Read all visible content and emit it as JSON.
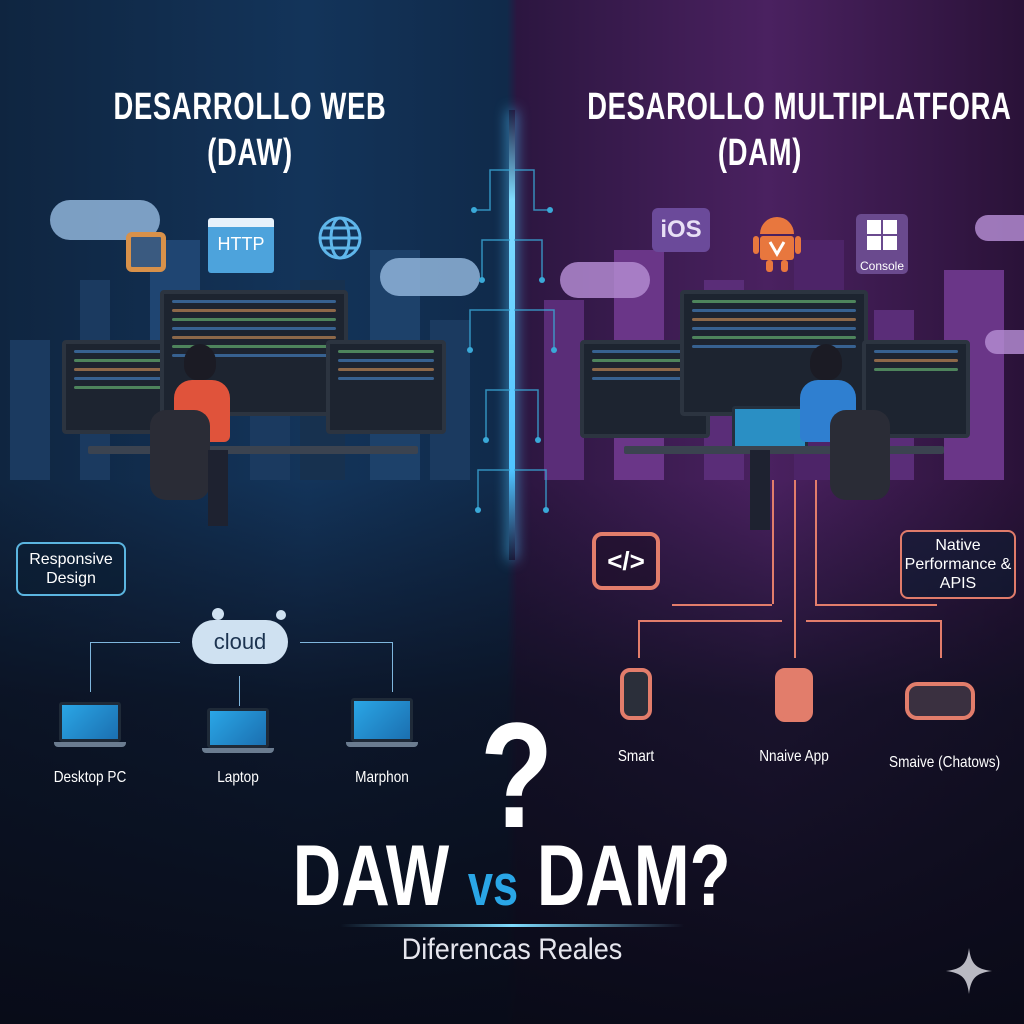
{
  "left": {
    "title_line1": "DESARROLLO WEB",
    "title_line2": "(DAW)",
    "icons": [
      "code-editor-icon",
      "http-window-icon",
      "globe-icon"
    ],
    "http_label": "HTTP",
    "callout": "Responsive Design",
    "cloud_label": "cloud",
    "devices": [
      {
        "label": "Desktop PC",
        "icon": "laptop-icon"
      },
      {
        "label": "Laptop",
        "icon": "laptop-icon"
      },
      {
        "label": "Marphon",
        "icon": "laptop-icon"
      }
    ]
  },
  "right": {
    "title_line1": "DESAROLLO MULTIPLATFORA",
    "title_line2": "(DAM)",
    "ios_label": "iOS",
    "console_label": "Console",
    "code_symbol": "</>",
    "callout": "Native Performance & APIS",
    "devices": [
      {
        "label": "Smart",
        "icon": "smartwatch-icon"
      },
      {
        "label": "Nnaive App",
        "icon": "watch-app-icon"
      },
      {
        "label": "Smaive (Chatows)",
        "icon": "vr-headset-icon"
      }
    ]
  },
  "center": {
    "question_mark": "?",
    "headline_left": "DAW",
    "headline_vs": "vs",
    "headline_right": "DAM?",
    "subtitle": "Diferencas Reales"
  },
  "colors": {
    "web_blue": "#2aa6e6",
    "dam_purple": "#5a2d78",
    "dam_coral": "#e27d6b",
    "accent_cyan": "#4fc3ff"
  }
}
